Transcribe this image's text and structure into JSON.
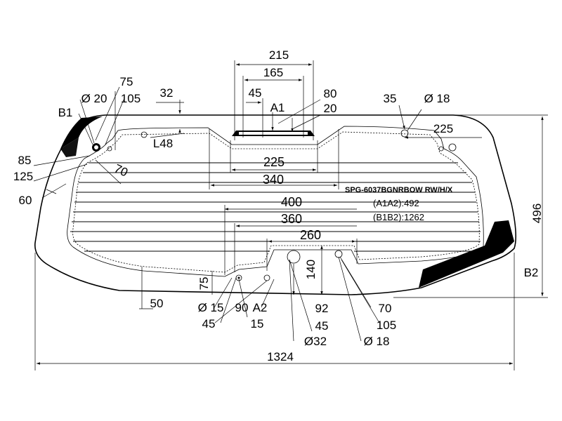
{
  "part": {
    "code": "SPG-6037BGNRBOW RW/H/X",
    "a1a2": "(A1A2):492",
    "b1b2": "(B1B2):1262"
  },
  "points": {
    "a1": "A1",
    "a2": "A2",
    "b1": "B1",
    "b2": "B2"
  },
  "dimensions": {
    "overall_width": "1324",
    "overall_height": "496",
    "top_215": "215",
    "top_165": "165",
    "top_45": "45",
    "top_80": "80",
    "top_20": "20",
    "left_75": "75",
    "left_dia20": "Ø 20",
    "left_105": "105",
    "left_32": "32",
    "left_l48": "L48",
    "left_85": "85",
    "left_125": "125",
    "left_60": "60",
    "left_70": "70",
    "right_35": "35",
    "right_dia18": "Ø 18",
    "right_225": "225",
    "mid_225": "225",
    "mid_340": "340",
    "mid_400": "400",
    "mid_360": "360",
    "mid_260": "260",
    "bot_75": "75",
    "bot_50": "50",
    "bot_dia15": "Ø 15",
    "bot_90": "90",
    "bot_45a": "45",
    "bot_15": "15",
    "bot_140": "140",
    "bot_92": "92",
    "bot_45b": "45",
    "bot_dia32": "Ø32",
    "bot_70": "70",
    "bot_105": "105",
    "bot_dia18": "Ø 18"
  }
}
